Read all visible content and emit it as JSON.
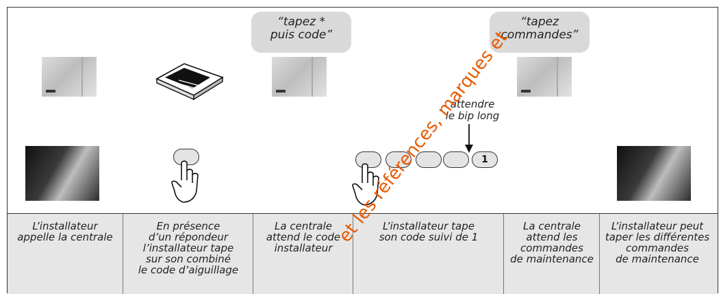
{
  "bubbles": {
    "first": "“tapez *\npuis code”",
    "second": "“tapez\ncommandes”"
  },
  "wait_label": "attendre\nle bip long",
  "key_digit": "1",
  "watermark": "et les références, marques et",
  "captions": [
    "L’installateur\nappelle la centrale",
    "En présence\nd’un répondeur\nl’installateur tape\nsur son combiné\nle code d’aiguillage",
    "La centrale\nattend le code\ninstallateur",
    "L’installateur tape\nson code suivi de 1",
    "La centrale\nattend les\ncommandes\nde maintenance",
    "L’installateur peut\ntaper les différentes\ncommandes\nde maintenance"
  ],
  "colors": {
    "watermark": "#e85a00",
    "band": "#e6e6e6",
    "bubble": "#d9d9d9"
  },
  "icons": [
    "control-panel-image",
    "answering-machine-icon",
    "finger-press-icon",
    "installer-photo"
  ]
}
